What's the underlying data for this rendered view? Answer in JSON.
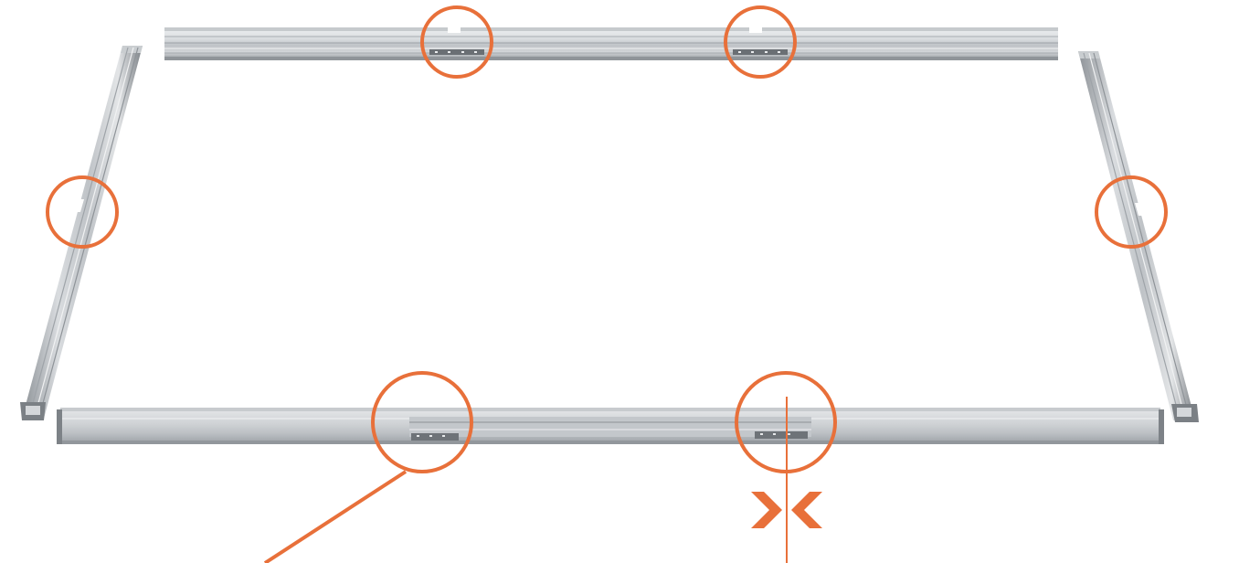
{
  "diagram": {
    "kind": "aluminium frame assembly illustration",
    "colors": {
      "background": "#ffffff",
      "highlight": "#e8703a",
      "profile_light": "#d9dcdf",
      "profile_mid": "#bfc3c7",
      "profile_dark": "#8d9297",
      "profile_shadow": "#5f646a",
      "profile_edge": "#eef0f2"
    },
    "icons": [
      "joint-highlight-circle",
      "leader-line",
      "gap-arrow-icon",
      "gap-guide-line"
    ],
    "parts": [
      "top-rail",
      "left-rail",
      "right-rail",
      "bottom-rail"
    ]
  }
}
